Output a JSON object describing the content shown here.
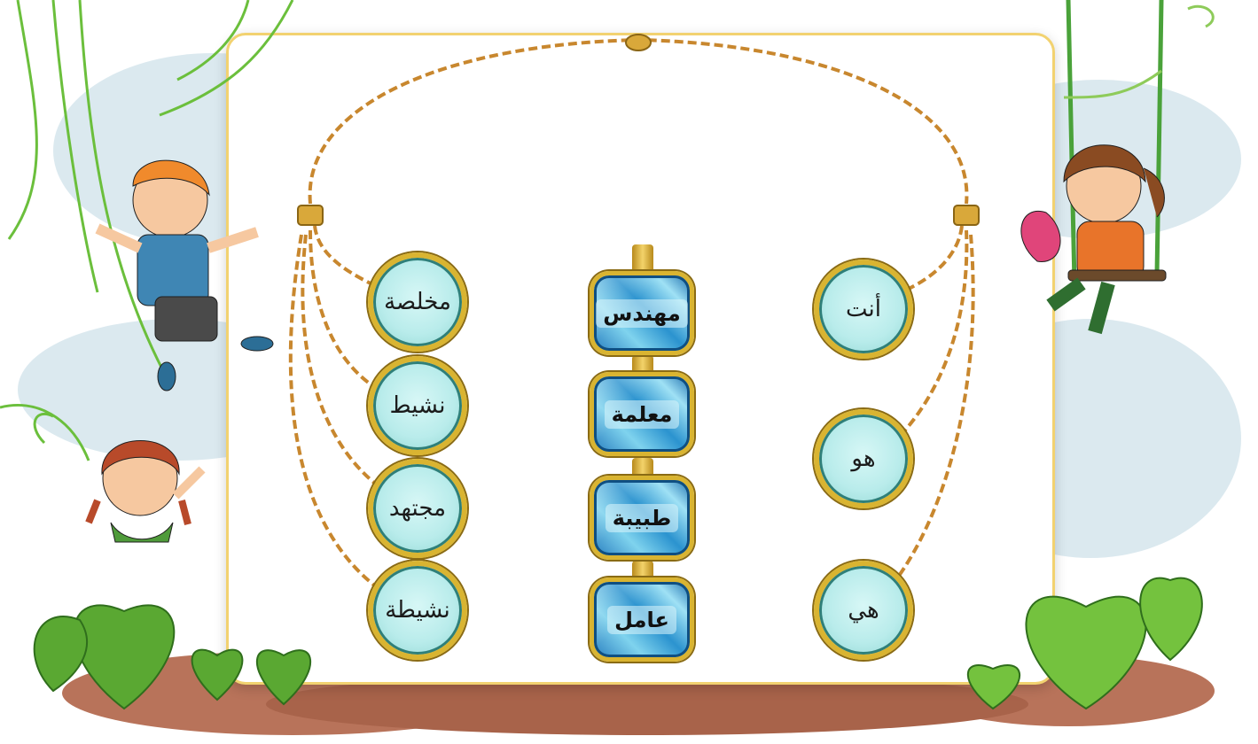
{
  "left_words": [
    "مخلصة",
    "نشيط",
    "مجتهد",
    "نشيطة"
  ],
  "center_words": [
    "مهندس",
    "معلمة",
    "طبيبة",
    "عامل"
  ],
  "right_words": [
    "أنت",
    "هو",
    "هي"
  ],
  "colors": {
    "board_border": "#f2d270",
    "chain_gold": "#c8872e",
    "word_fill": "#b9eceb",
    "gem_blue": "#2b93cf",
    "leaf_green": "#5aa832",
    "ground": "#b8735a",
    "sky_blob": "#d8e8ee"
  },
  "decorations": [
    "boy-on-vine",
    "girl-on-swing",
    "girl-waving",
    "heart-leaves",
    "gold-chain-necklace"
  ]
}
